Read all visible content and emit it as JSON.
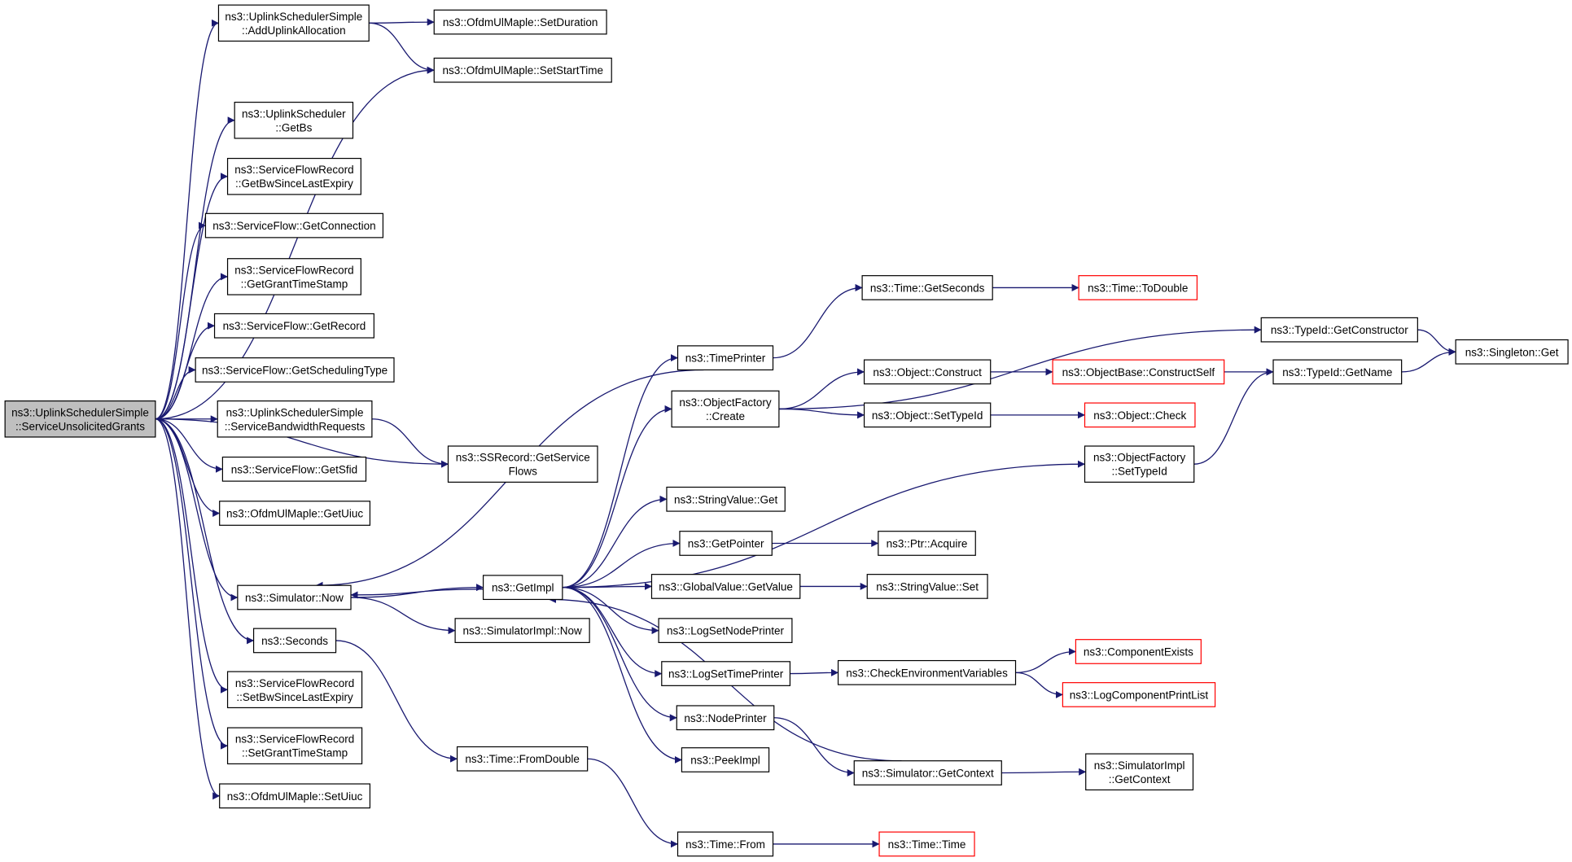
{
  "colors": {
    "edge": "#191970",
    "root_fill": "#bfbfbf",
    "truncated_border": "#ff0000"
  },
  "nodes": [
    {
      "id": "root",
      "lines": [
        "ns3::UplinkSchedulerSimple",
        "::ServiceUnsolicitedGrants"
      ],
      "style": "root"
    },
    {
      "id": "add_ul",
      "lines": [
        "ns3::UplinkSchedulerSimple",
        "::AddUplinkAllocation"
      ]
    },
    {
      "id": "set_dur",
      "lines": [
        "ns3::OfdmUlMaple::SetDuration"
      ]
    },
    {
      "id": "set_start",
      "lines": [
        "ns3::OfdmUlMaple::SetStartTime"
      ]
    },
    {
      "id": "get_bs",
      "lines": [
        "ns3::UplinkScheduler",
        "::GetBs"
      ]
    },
    {
      "id": "get_bw",
      "lines": [
        "ns3::ServiceFlowRecord",
        "::GetBwSinceLastExpiry"
      ]
    },
    {
      "id": "get_conn",
      "lines": [
        "ns3::ServiceFlow::GetConnection"
      ]
    },
    {
      "id": "get_gts",
      "lines": [
        "ns3::ServiceFlowRecord",
        "::GetGrantTimeStamp"
      ]
    },
    {
      "id": "get_rec",
      "lines": [
        "ns3::ServiceFlow::GetRecord"
      ]
    },
    {
      "id": "get_sched",
      "lines": [
        "ns3::ServiceFlow::GetSchedulingType"
      ]
    },
    {
      "id": "svc_bw",
      "lines": [
        "ns3::UplinkSchedulerSimple",
        "::ServiceBandwidthRequests"
      ]
    },
    {
      "id": "ssrec",
      "lines": [
        "ns3::SSRecord::GetService",
        "Flows"
      ]
    },
    {
      "id": "get_sfid",
      "lines": [
        "ns3::ServiceFlow::GetSfid"
      ]
    },
    {
      "id": "get_uiuc",
      "lines": [
        "ns3::OfdmUlMaple::GetUiuc"
      ]
    },
    {
      "id": "sim_now",
      "lines": [
        "ns3::Simulator::Now"
      ]
    },
    {
      "id": "seconds",
      "lines": [
        "ns3::Seconds"
      ]
    },
    {
      "id": "set_bw",
      "lines": [
        "ns3::ServiceFlowRecord",
        "::SetBwSinceLastExpiry"
      ]
    },
    {
      "id": "set_gts",
      "lines": [
        "ns3::ServiceFlowRecord",
        "::SetGrantTimeStamp"
      ]
    },
    {
      "id": "set_uiuc",
      "lines": [
        "ns3::OfdmUlMaple::SetUiuc"
      ]
    },
    {
      "id": "get_impl",
      "lines": [
        "ns3::GetImpl"
      ]
    },
    {
      "id": "simimpl_now",
      "lines": [
        "ns3::SimulatorImpl::Now"
      ]
    },
    {
      "id": "from_double",
      "lines": [
        "ns3::Time::FromDouble"
      ]
    },
    {
      "id": "time_from",
      "lines": [
        "ns3::Time::From"
      ]
    },
    {
      "id": "time_time",
      "lines": [
        "ns3::Time::Time"
      ],
      "style": "red"
    },
    {
      "id": "time_printer",
      "lines": [
        "ns3::TimePrinter"
      ]
    },
    {
      "id": "of_create",
      "lines": [
        "ns3::ObjectFactory",
        "::Create"
      ]
    },
    {
      "id": "sv_get",
      "lines": [
        "ns3::StringValue::Get"
      ]
    },
    {
      "id": "get_ptr",
      "lines": [
        "ns3::GetPointer"
      ]
    },
    {
      "id": "gv_getvalue",
      "lines": [
        "ns3::GlobalValue::GetValue"
      ]
    },
    {
      "id": "log_node",
      "lines": [
        "ns3::LogSetNodePrinter"
      ]
    },
    {
      "id": "log_time",
      "lines": [
        "ns3::LogSetTimePrinter"
      ]
    },
    {
      "id": "node_printer",
      "lines": [
        "ns3::NodePrinter"
      ]
    },
    {
      "id": "peek_impl",
      "lines": [
        "ns3::PeekImpl"
      ]
    },
    {
      "id": "time_getsec",
      "lines": [
        "ns3::Time::GetSeconds"
      ]
    },
    {
      "id": "time_todouble",
      "lines": [
        "ns3::Time::ToDouble"
      ],
      "style": "red"
    },
    {
      "id": "tid_getctor",
      "lines": [
        "ns3::TypeId::GetConstructor"
      ]
    },
    {
      "id": "obj_construct",
      "lines": [
        "ns3::Object::Construct"
      ]
    },
    {
      "id": "objbase_cs",
      "lines": [
        "ns3::ObjectBase::ConstructSelf"
      ],
      "style": "red"
    },
    {
      "id": "tid_getname",
      "lines": [
        "ns3::TypeId::GetName"
      ]
    },
    {
      "id": "singleton_get",
      "lines": [
        "ns3::Singleton::Get"
      ]
    },
    {
      "id": "obj_settid",
      "lines": [
        "ns3::Object::SetTypeId"
      ]
    },
    {
      "id": "obj_check",
      "lines": [
        "ns3::Object::Check"
      ],
      "style": "red"
    },
    {
      "id": "of_settid",
      "lines": [
        "ns3::ObjectFactory",
        "::SetTypeId"
      ]
    },
    {
      "id": "ptr_acquire",
      "lines": [
        "ns3::Ptr::Acquire"
      ]
    },
    {
      "id": "sv_set",
      "lines": [
        "ns3::StringValue::Set"
      ]
    },
    {
      "id": "check_env",
      "lines": [
        "ns3::CheckEnvironmentVariables"
      ]
    },
    {
      "id": "comp_exists",
      "lines": [
        "ns3::ComponentExists"
      ],
      "style": "red"
    },
    {
      "id": "log_comp_list",
      "lines": [
        "ns3::LogComponentPrintList"
      ],
      "style": "red"
    },
    {
      "id": "sim_getctx",
      "lines": [
        "ns3::Simulator::GetContext"
      ]
    },
    {
      "id": "simimpl_getctx",
      "lines": [
        "ns3::SimulatorImpl",
        "::GetContext"
      ]
    }
  ],
  "edges": [
    [
      "root",
      "add_ul"
    ],
    [
      "root",
      "set_start"
    ],
    [
      "root",
      "get_bs"
    ],
    [
      "root",
      "get_bw"
    ],
    [
      "root",
      "get_conn"
    ],
    [
      "root",
      "get_gts"
    ],
    [
      "root",
      "get_rec"
    ],
    [
      "root",
      "get_sched"
    ],
    [
      "root",
      "svc_bw"
    ],
    [
      "root",
      "get_sfid"
    ],
    [
      "root",
      "get_uiuc"
    ],
    [
      "root",
      "ssrec"
    ],
    [
      "root",
      "sim_now"
    ],
    [
      "root",
      "seconds"
    ],
    [
      "root",
      "set_bw"
    ],
    [
      "root",
      "set_gts"
    ],
    [
      "root",
      "set_uiuc"
    ],
    [
      "add_ul",
      "set_dur"
    ],
    [
      "add_ul",
      "set_start"
    ],
    [
      "svc_bw",
      "ssrec"
    ],
    [
      "sim_now",
      "get_impl"
    ],
    [
      "sim_now",
      "simimpl_now"
    ],
    [
      "seconds",
      "from_double"
    ],
    [
      "from_double",
      "time_from"
    ],
    [
      "time_from",
      "time_time"
    ],
    [
      "get_impl",
      "time_printer"
    ],
    [
      "get_impl",
      "of_create"
    ],
    [
      "get_impl",
      "sv_get"
    ],
    [
      "get_impl",
      "get_ptr"
    ],
    [
      "get_impl",
      "gv_getvalue"
    ],
    [
      "get_impl",
      "log_node"
    ],
    [
      "get_impl",
      "log_time"
    ],
    [
      "get_impl",
      "node_printer"
    ],
    [
      "get_impl",
      "peek_impl"
    ],
    [
      "get_impl",
      "of_settid"
    ],
    [
      "get_impl",
      "sim_now"
    ],
    [
      "time_printer",
      "time_getsec"
    ],
    [
      "time_getsec",
      "time_todouble"
    ],
    [
      "time_printer",
      "sim_now"
    ],
    [
      "of_create",
      "tid_getctor"
    ],
    [
      "of_create",
      "obj_construct"
    ],
    [
      "of_create",
      "obj_settid"
    ],
    [
      "obj_construct",
      "objbase_cs"
    ],
    [
      "objbase_cs",
      "tid_getname"
    ],
    [
      "obj_settid",
      "obj_check"
    ],
    [
      "tid_getctor",
      "singleton_get"
    ],
    [
      "tid_getname",
      "singleton_get"
    ],
    [
      "of_settid",
      "tid_getname"
    ],
    [
      "get_ptr",
      "ptr_acquire"
    ],
    [
      "gv_getvalue",
      "sv_set"
    ],
    [
      "log_time",
      "check_env"
    ],
    [
      "check_env",
      "comp_exists"
    ],
    [
      "check_env",
      "log_comp_list"
    ],
    [
      "node_printer",
      "sim_getctx"
    ],
    [
      "sim_getctx",
      "simimpl_getctx"
    ],
    [
      "sim_getctx",
      "get_impl"
    ]
  ]
}
